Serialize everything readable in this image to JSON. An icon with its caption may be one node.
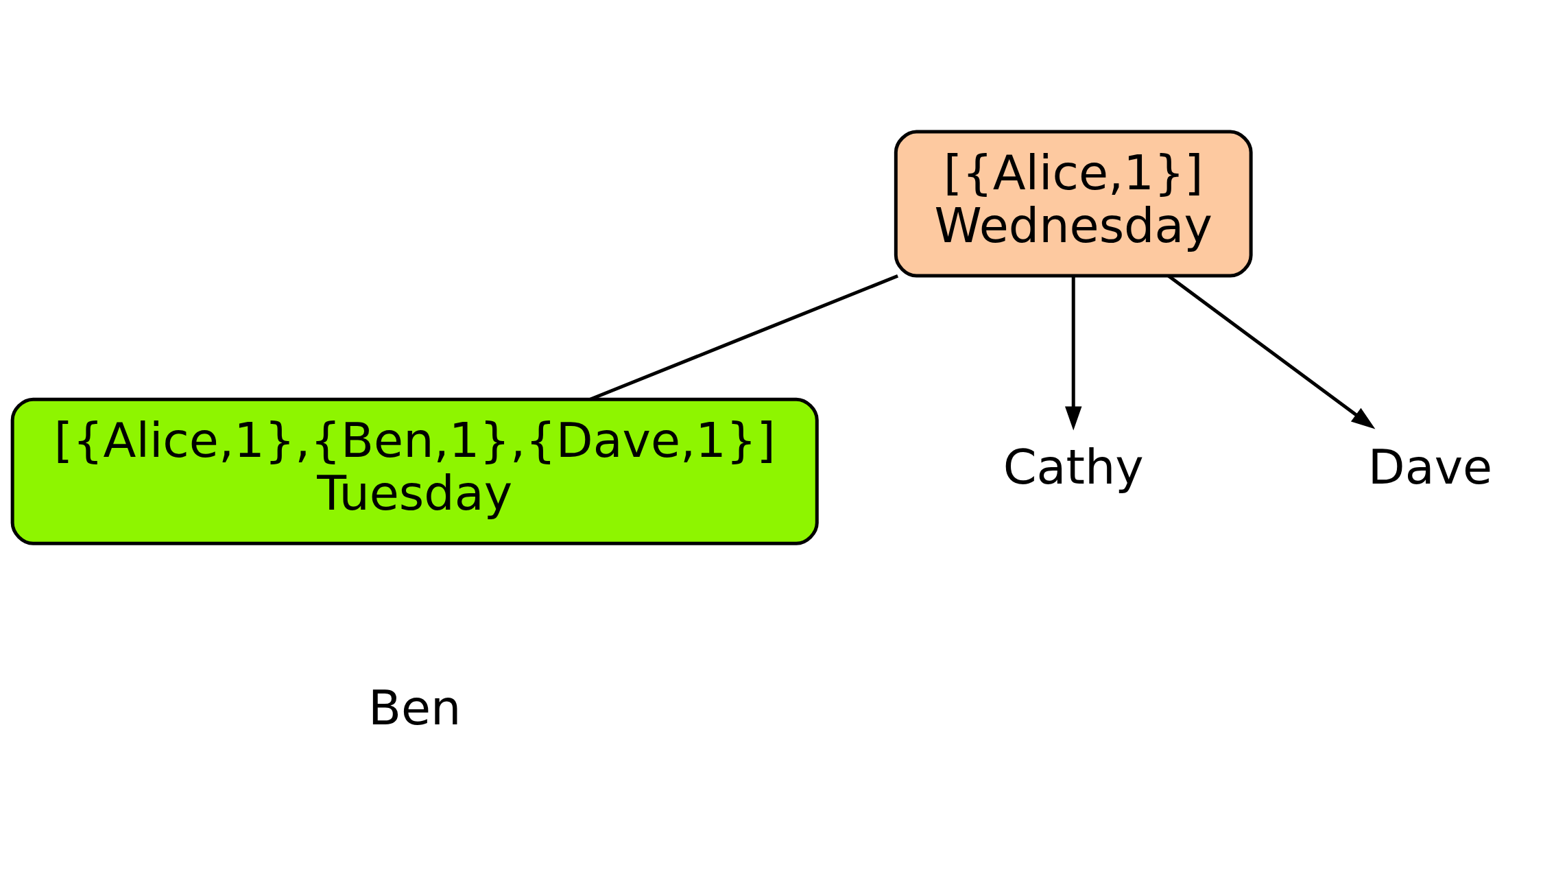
{
  "diagram": {
    "nodes": [
      {
        "text": [
          "[{Alice,1}]",
          "Wednesday"
        ]
      },
      {
        "text": [
          "[{Alice,1},{Ben,1},{Dave,1}]",
          "Tuesday"
        ]
      },
      {
        "text": [
          "Cathy"
        ]
      },
      {
        "text": [
          "Dave"
        ]
      }
    ],
    "edges": [
      {
        "from": 0,
        "to": 1,
        "arrow": "none"
      },
      {
        "from": 0,
        "to": 2,
        "arrow": "to"
      },
      {
        "from": 0,
        "to": 3,
        "arrow": "to"
      }
    ],
    "labels": [
      "Ben"
    ]
  }
}
